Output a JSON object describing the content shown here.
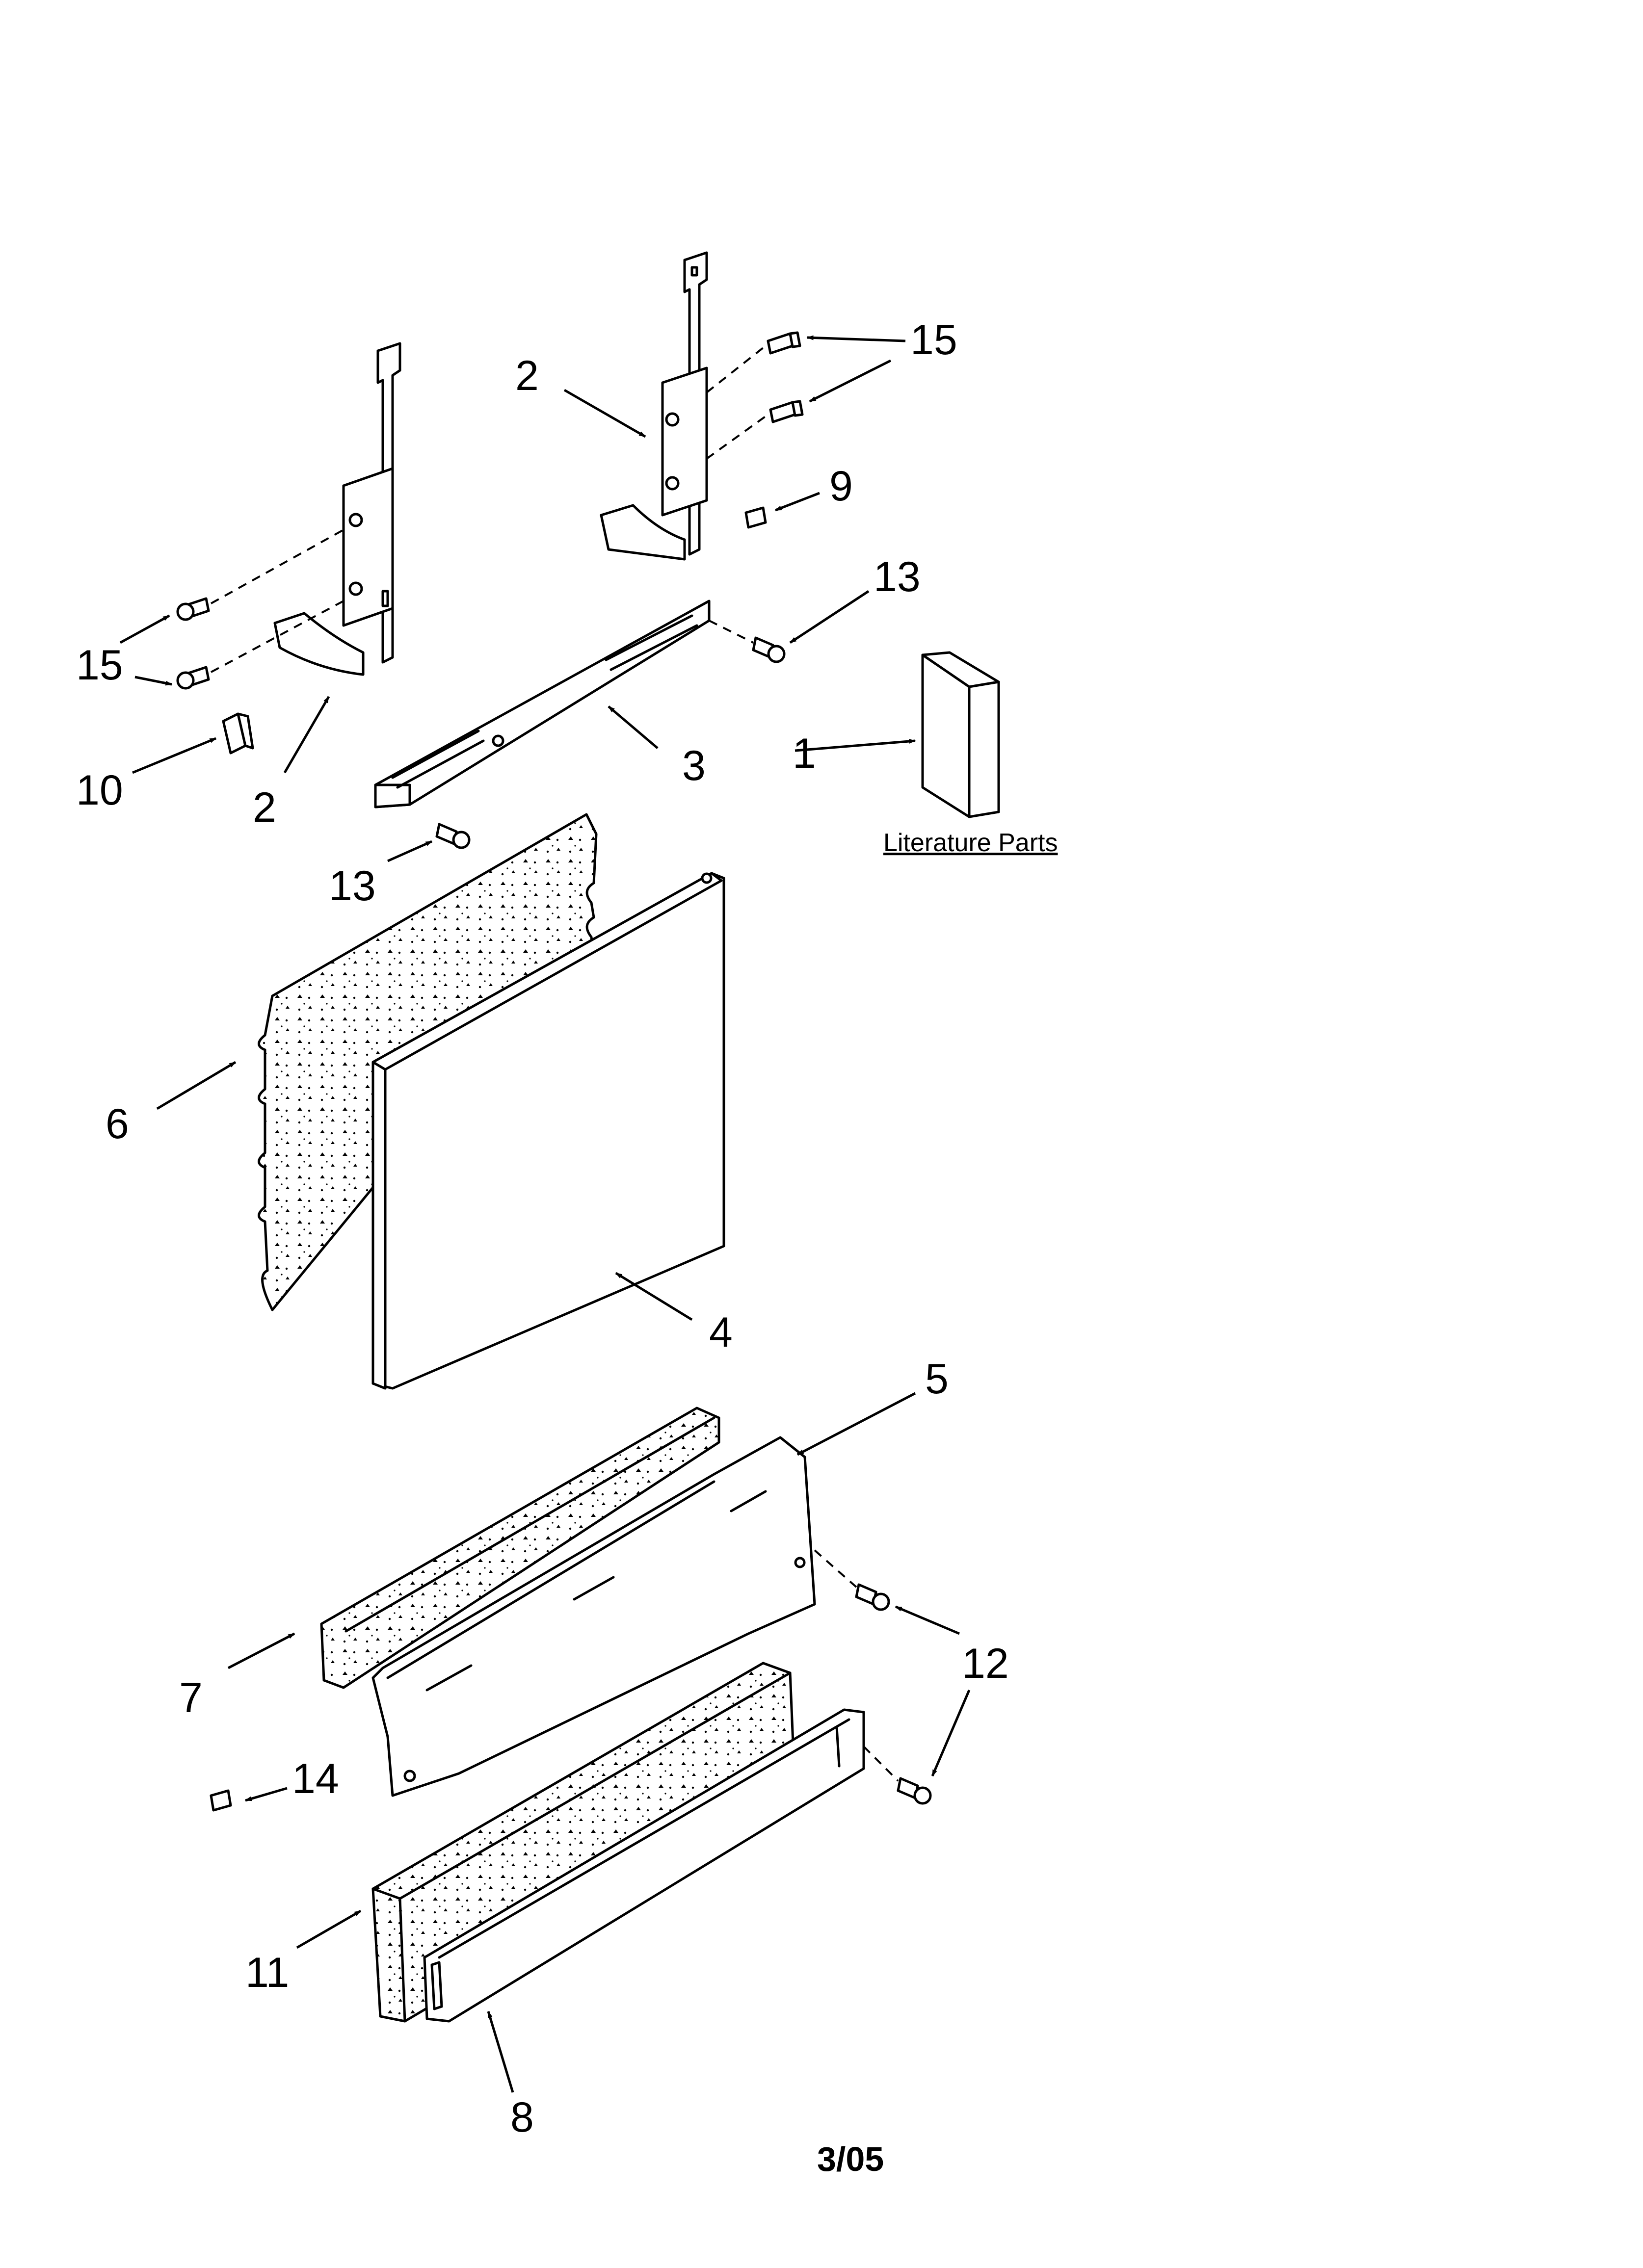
{
  "callouts": {
    "c1": "1",
    "c2a": "2",
    "c2b": "2",
    "c3": "3",
    "c4": "4",
    "c5": "5",
    "c6": "6",
    "c7": "7",
    "c8": "8",
    "c9": "9",
    "c10": "10",
    "c11": "11",
    "c12": "12",
    "c13a": "13",
    "c13b": "13",
    "c14": "14",
    "c15a": "15",
    "c15b": "15"
  },
  "literature_label": "Literature Parts",
  "footer_date": "3/05"
}
